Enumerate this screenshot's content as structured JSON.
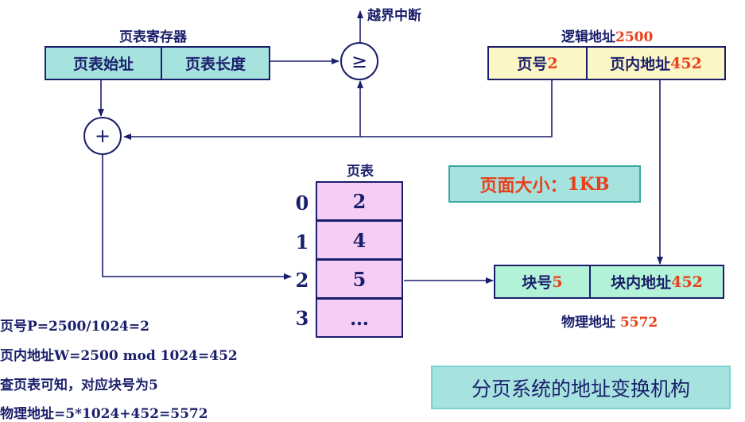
{
  "overflow": {
    "label": "越界中断"
  },
  "page_table_register": {
    "title": "页表寄存器",
    "start_label": "页表始址",
    "length_label": "页表长度"
  },
  "comparator": {
    "symbol": "≥"
  },
  "adder": {
    "symbol": "+"
  },
  "logical_address": {
    "title_prefix": "逻辑地址",
    "title_value": "2500",
    "page_label": "页号",
    "page_value": "2",
    "offset_label": "页内地址",
    "offset_value": "452"
  },
  "page_size": {
    "label": "页面大小：",
    "value": "1KB"
  },
  "page_table": {
    "title": "页表",
    "rows": [
      {
        "index": "0",
        "frame": "2"
      },
      {
        "index": "1",
        "frame": "4"
      },
      {
        "index": "2",
        "frame": "5"
      },
      {
        "index": "3",
        "frame": "…"
      }
    ]
  },
  "physical_address": {
    "block_label": "块号",
    "block_value": "5",
    "offset_label": "块内地址",
    "offset_value": "452",
    "caption_prefix": "物理地址",
    "caption_value": "5572"
  },
  "steps": [
    "页号P=2500/1024=2",
    "页内地址W=2500 mod 1024=452",
    "查页表可知，对应块号为5",
    "物理地址=5*1024+452=5572"
  ],
  "caption": "分页系统的地址变换机构",
  "colors": {
    "navy": "#1a1f6b",
    "red": "#e8401c",
    "teal": "#a6e3df",
    "yellow": "#fcf5c4",
    "mint": "#b2f2d6",
    "pink": "#f6cdf4"
  }
}
